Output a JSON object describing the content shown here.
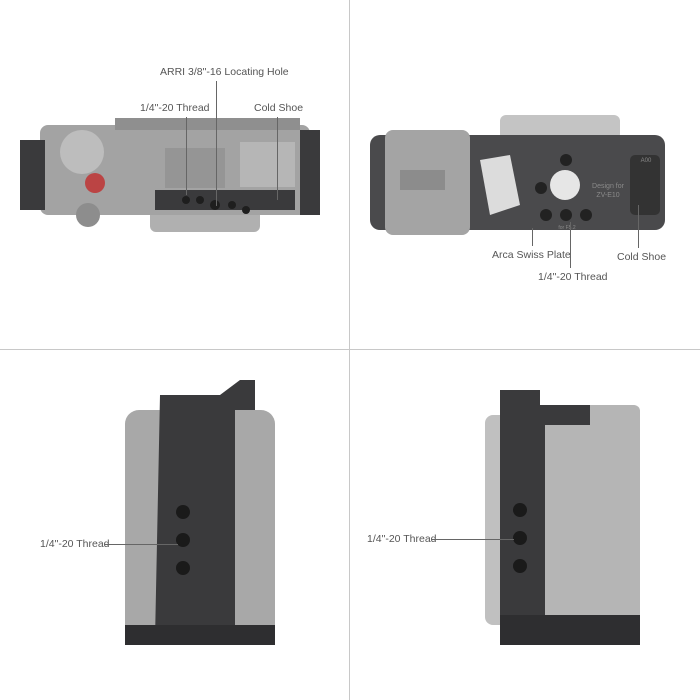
{
  "panels": {
    "top_view": {
      "callouts": [
        {
          "label": "ARRI 3/8\"-16 Locating Hole"
        },
        {
          "label": "1/4\"-20 Thread"
        },
        {
          "label": "Cold Shoe"
        }
      ]
    },
    "bottom_view": {
      "callouts": [
        {
          "label": "Arca Swiss Plate"
        },
        {
          "label": "1/4\"-20 Thread"
        },
        {
          "label": "Cold Shoe"
        }
      ],
      "engravings": [
        "Design for",
        "ZV-E10",
        "A00",
        "for F5.2"
      ]
    },
    "front_view": {
      "callouts": [
        {
          "label": "1/4\"-20 Thread"
        }
      ]
    },
    "side_view": {
      "callouts": [
        {
          "label": "1/4\"-20 Thread"
        }
      ]
    }
  },
  "colors": {
    "divider": "#c8c8c8",
    "cage": "#3a3a3c",
    "camera": "#9a9a9a",
    "label": "#555555"
  }
}
